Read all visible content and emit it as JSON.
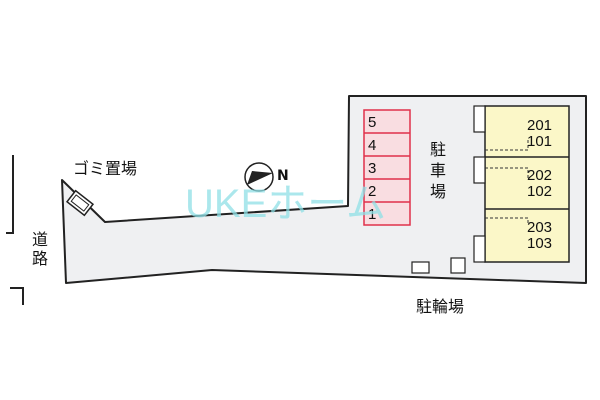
{
  "labels": {
    "road": "道路",
    "trash": "ゴミ置場",
    "parking": "駐車場",
    "bike": "駐輪場",
    "north": "N"
  },
  "parking_spaces": [
    "1",
    "2",
    "3",
    "4",
    "5"
  ],
  "units": [
    {
      "upper": "201",
      "lower": "101"
    },
    {
      "upper": "202",
      "lower": "102"
    },
    {
      "upper": "203",
      "lower": "103"
    }
  ],
  "watermark": "UKEホーム",
  "colors": {
    "ground": "#eff0f2",
    "parking_fill": "#f9dde1",
    "parking_stroke": "#e0304a",
    "building": "#fbf7c8",
    "watermark": "#8fe0e6"
  }
}
